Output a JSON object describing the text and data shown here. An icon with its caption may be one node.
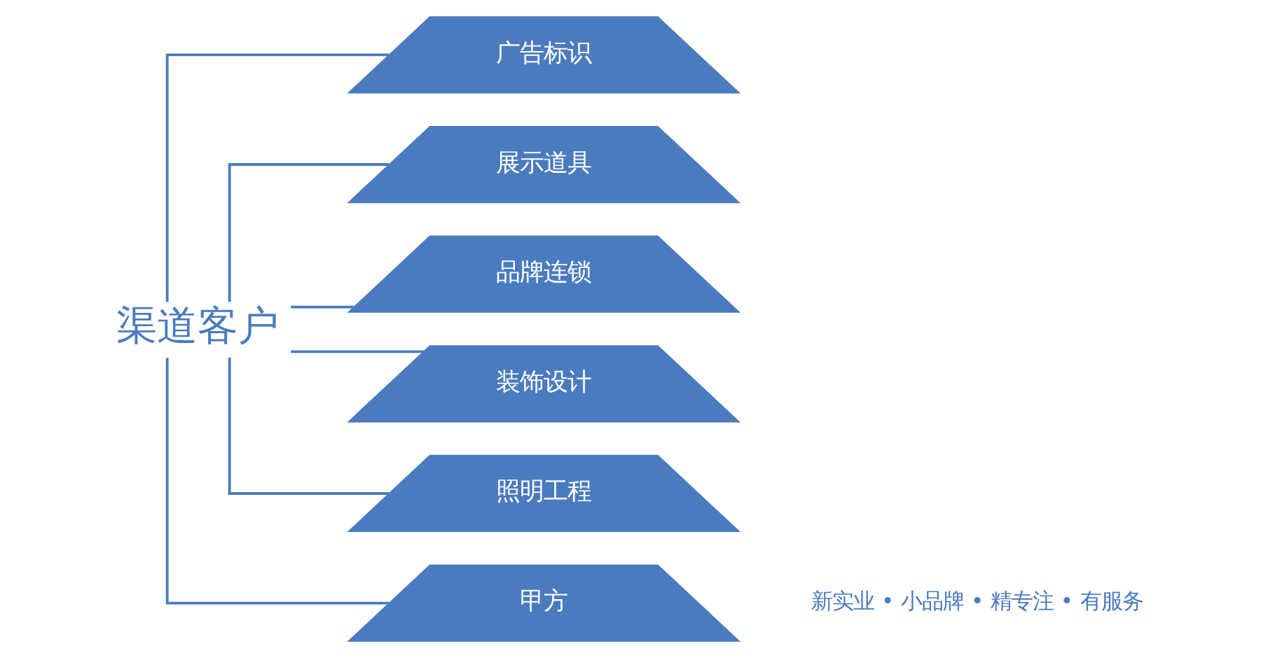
{
  "diagram": {
    "nodes": [
      {
        "text": [
          "渠道客户"
        ]
      },
      {
        "text": [
          "广告标识"
        ]
      },
      {
        "text": [
          "展示道具"
        ]
      },
      {
        "text": [
          "品牌连锁"
        ]
      },
      {
        "text": [
          "装饰设计"
        ]
      },
      {
        "text": [
          "照明工程"
        ]
      },
      {
        "text": [
          "甲方"
        ]
      }
    ],
    "edges": [
      {
        "from": 0,
        "to": 1,
        "arrow": "none"
      },
      {
        "from": 0,
        "to": 2,
        "arrow": "none"
      },
      {
        "from": 0,
        "to": 3,
        "arrow": "none"
      },
      {
        "from": 0,
        "to": 4,
        "arrow": "none"
      },
      {
        "from": 0,
        "to": 5,
        "arrow": "none"
      },
      {
        "from": 0,
        "to": 6,
        "arrow": "none"
      }
    ],
    "labels": [
      "新实业 • 小品牌 • 精专注 • 有服务"
    ]
  }
}
